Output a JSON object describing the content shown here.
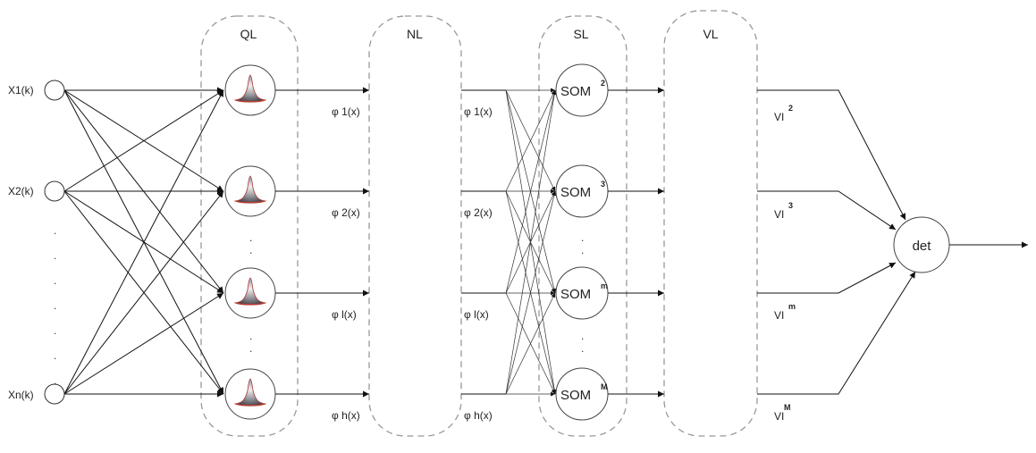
{
  "layers": {
    "ql": "QL",
    "nl": "NL",
    "sl": "SL",
    "vl": "VL"
  },
  "inputs": [
    "X1(k)",
    "X2(k)",
    "Xn(k)"
  ],
  "phi_left": [
    "φ 1(x)",
    "φ 2(x)",
    "φ l(x)",
    "φ h(x)"
  ],
  "phi_right": [
    "φ 1(x)",
    "φ 2(x)",
    "φ l(x)",
    "φ h(x)"
  ],
  "som": {
    "base": "SOM",
    "sups": [
      "2",
      "3",
      "m",
      "M"
    ]
  },
  "vi": {
    "base": "VI",
    "sups": [
      "2",
      "3",
      "m",
      "M"
    ]
  },
  "output": "det",
  "ellipsis": "."
}
